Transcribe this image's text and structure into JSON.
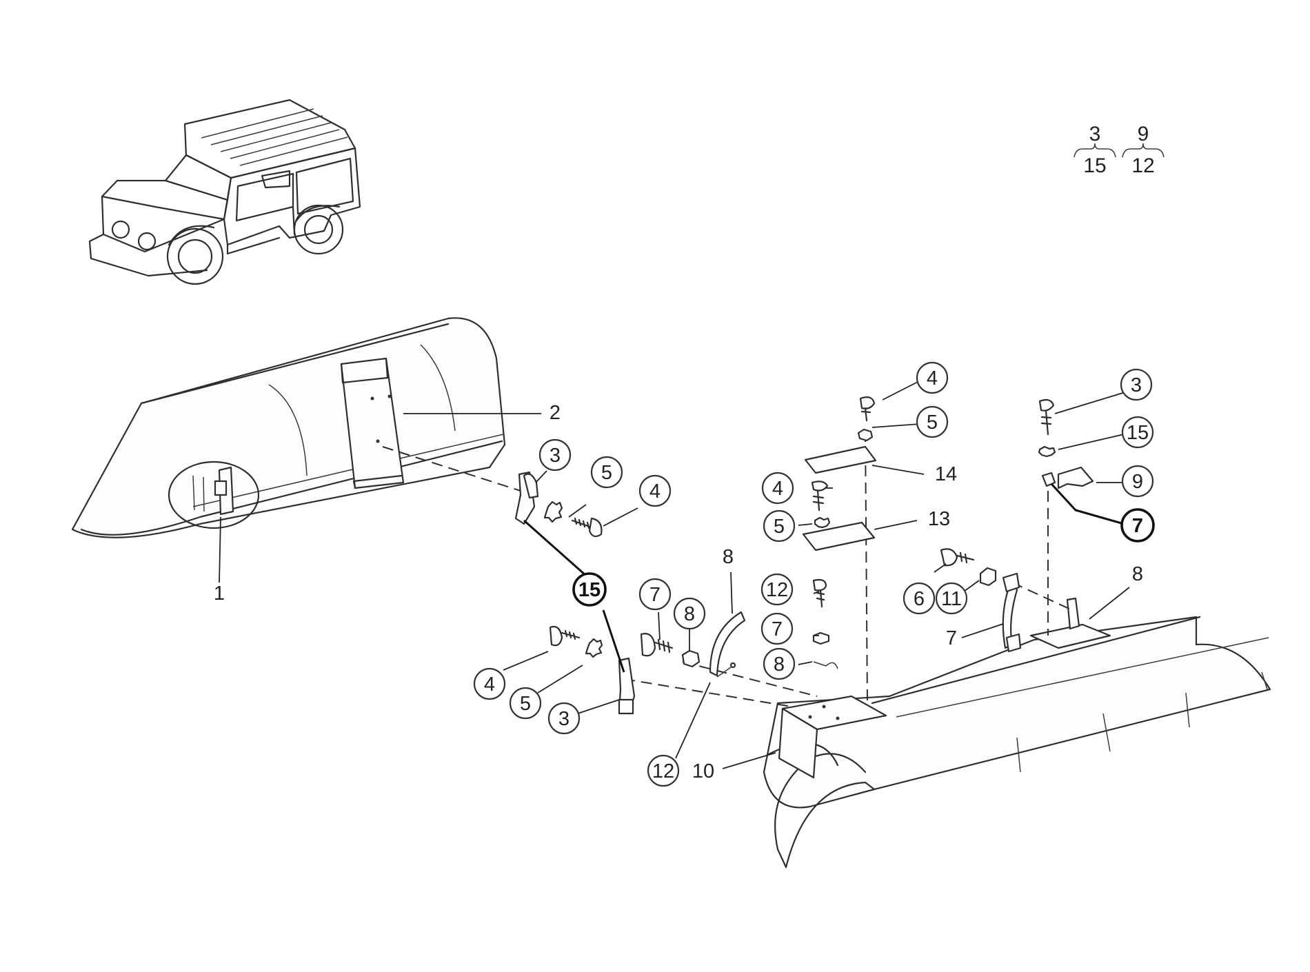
{
  "legend": {
    "group_a": {
      "top": "3",
      "bottom": "15"
    },
    "group_b": {
      "top": "9",
      "bottom": "12"
    }
  },
  "callouts": [
    {
      "id": "c1",
      "label": "1"
    },
    {
      "id": "c2",
      "label": "2"
    },
    {
      "id": "c3a",
      "label": "3"
    },
    {
      "id": "c5a",
      "label": "5"
    },
    {
      "id": "c4a",
      "label": "4"
    },
    {
      "id": "c15a",
      "label": "15"
    },
    {
      "id": "c7a",
      "label": "7"
    },
    {
      "id": "c8a",
      "label": "8"
    },
    {
      "id": "c14",
      "label": "14"
    },
    {
      "id": "c4b",
      "label": "4"
    },
    {
      "id": "c5b",
      "label": "5"
    },
    {
      "id": "c13",
      "label": "13"
    },
    {
      "id": "c4c",
      "label": "4"
    },
    {
      "id": "c5c",
      "label": "5"
    },
    {
      "id": "c3c",
      "label": "3"
    },
    {
      "id": "c15b",
      "label": "15"
    },
    {
      "id": "c9",
      "label": "9"
    },
    {
      "id": "c7b",
      "label": "7"
    },
    {
      "id": "c8b",
      "label": "8"
    },
    {
      "id": "c12a",
      "label": "12"
    },
    {
      "id": "c7c",
      "label": "7"
    },
    {
      "id": "c8c",
      "label": "8"
    },
    {
      "id": "c6",
      "label": "6"
    },
    {
      "id": "c11",
      "label": "11"
    },
    {
      "id": "c7d",
      "label": "7"
    },
    {
      "id": "c8d",
      "label": "8"
    },
    {
      "id": "c4d",
      "label": "4"
    },
    {
      "id": "c5d",
      "label": "5"
    },
    {
      "id": "c3b",
      "label": "3"
    },
    {
      "id": "c12b",
      "label": "12"
    },
    {
      "id": "c10",
      "label": "10"
    }
  ]
}
